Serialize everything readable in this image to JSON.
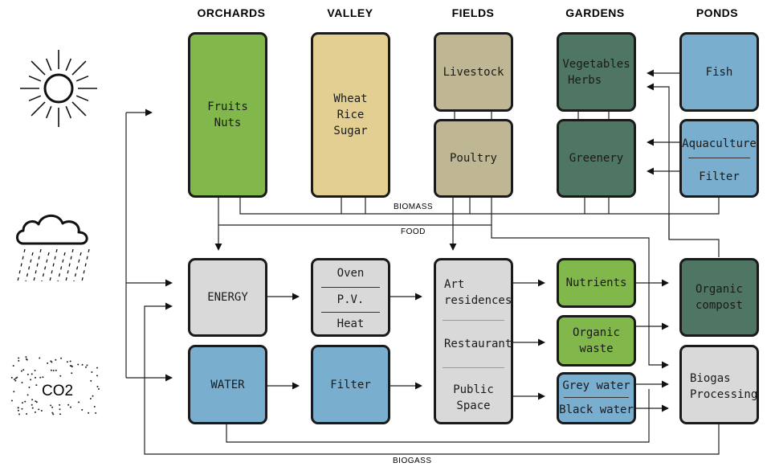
{
  "columns": [
    "ORCHARDS",
    "VALLEY",
    "FIELDS",
    "GARDENS",
    "PONDS"
  ],
  "boxes": {
    "orchards_products": [
      "Fruits",
      "Nuts"
    ],
    "valley_products": [
      "Wheat",
      "Rice",
      "Sugar"
    ],
    "livestock": "Livestock",
    "poultry": "Poultry",
    "vegetables": [
      "Vegetables",
      "Herbs"
    ],
    "greenery": "Greenery",
    "fish": "Fish",
    "aquaculture": "Aquaculture",
    "aquaculture_filter": "Filter",
    "energy": "ENERGY",
    "energy_sources": [
      "Oven",
      "P.V.",
      "Heat"
    ],
    "art_residences": [
      "Art",
      "residences"
    ],
    "restaurant": "Restaurant",
    "public_space": [
      "Public",
      "Space"
    ],
    "nutrients": "Nutrients",
    "organic_waste": [
      "Organic",
      "waste"
    ],
    "grey_water": "Grey water",
    "black_water": "Black water",
    "organic_compost": [
      "Organic",
      "compost"
    ],
    "biogas_processing": [
      "Biogas",
      "Processing"
    ],
    "water": "WATER",
    "water_filter": "Filter"
  },
  "flow_labels": {
    "biomass": "BIOMASS",
    "food": "FOOD",
    "biogass": "BIOGASS"
  },
  "inputs": {
    "co2": "CO2"
  },
  "colors": {
    "orchards": "#82b74b",
    "valley": "#e4cf93",
    "fields": "#bfb793",
    "gardens": "#4f7563",
    "ponds": "#7aaecf",
    "services": "#d9d9d9"
  }
}
